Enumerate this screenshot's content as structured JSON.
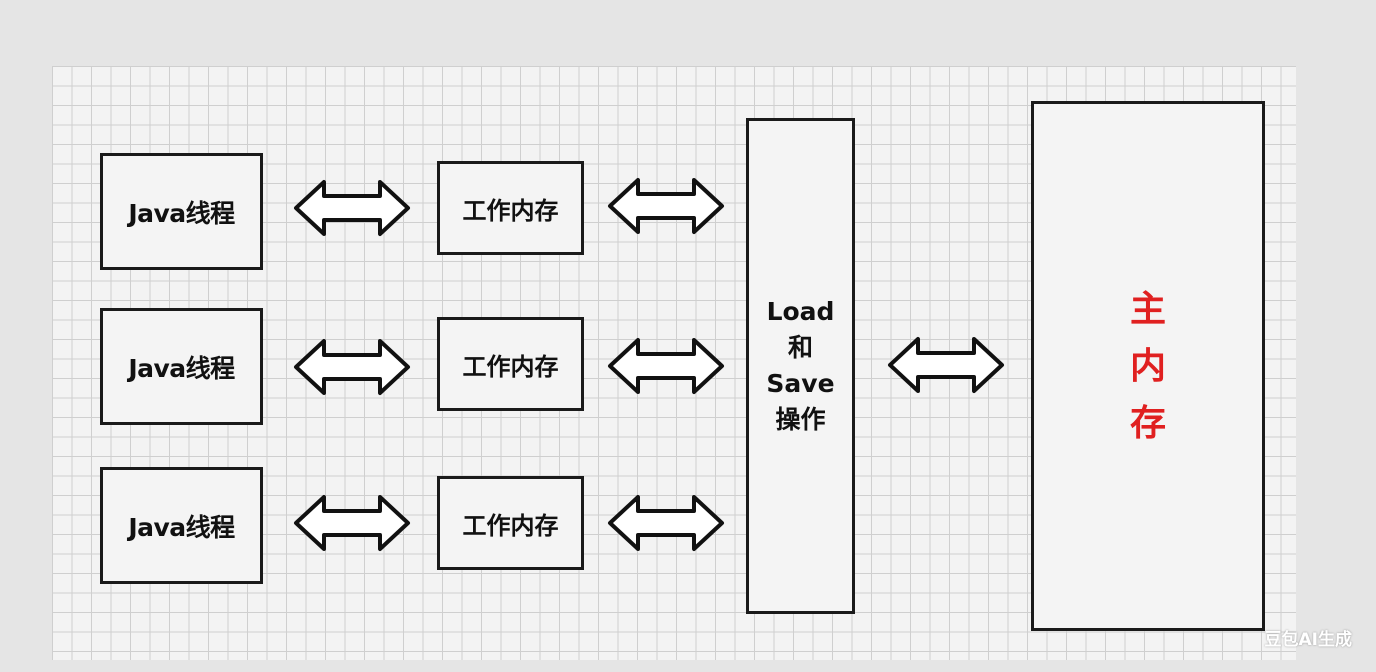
{
  "threads": [
    "Java线程",
    "Java线程",
    "Java线程"
  ],
  "working_memories": [
    "工作内存",
    "工作内存",
    "工作内存"
  ],
  "load_save": {
    "lines": [
      "Load",
      "和",
      "Save",
      "操作"
    ]
  },
  "main_memory": {
    "lines": [
      "主",
      "内",
      "存"
    ],
    "color": "#e02020"
  },
  "watermark": "豆包AI生成",
  "colors": {
    "border": "#1a1a1a",
    "box_fill": "#f4f4f4",
    "grid_line": "#cfcfcf"
  }
}
